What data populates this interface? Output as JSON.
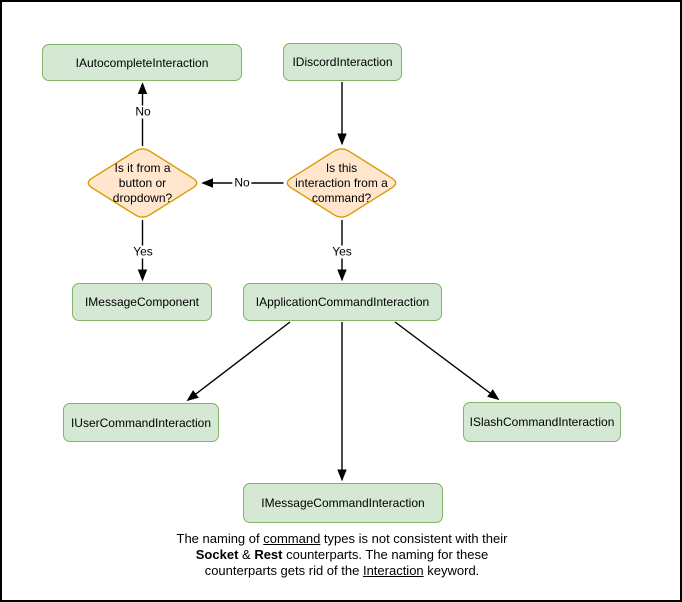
{
  "diagram": {
    "nodes": {
      "autocomplete": {
        "label": "IAutocompleteInteraction"
      },
      "discord": {
        "label": "IDiscordInteraction"
      },
      "decision_component": {
        "label": [
          "Is it from a",
          "button or",
          "dropdown?"
        ]
      },
      "decision_command": {
        "label": [
          "Is this",
          "interaction from a",
          "command?"
        ]
      },
      "message_component": {
        "label": "IMessageComponent"
      },
      "application_command": {
        "label": "IApplicationCommandInteraction"
      },
      "user_command": {
        "label": "IUserCommandInteraction"
      },
      "slash_command": {
        "label": "ISlashCommandInteraction"
      },
      "message_command": {
        "label": "IMessageCommandInteraction"
      }
    },
    "edge_labels": {
      "no_to_autocomplete": "No",
      "no_to_component_question": "No",
      "yes_to_message_component": "Yes",
      "yes_to_application_command": "Yes"
    },
    "caption": {
      "line1_pre": "The naming of ",
      "line1_underline": "command",
      "line1_post": " types is not consistent with their",
      "line2_bold1": "Socket",
      "line2_mid": " & ",
      "line2_bold2": "Rest",
      "line2_post": " counterparts. The naming for these",
      "line3_pre": "counterparts gets rid of the ",
      "line3_underline": "Interaction",
      "line3_post": " keyword."
    },
    "colors": {
      "node_fill": "#d5e8d4",
      "node_stroke": "#82b366",
      "decision_fill": "#ffe6cc",
      "decision_stroke": "#d79b00",
      "edge": "#000000"
    }
  }
}
